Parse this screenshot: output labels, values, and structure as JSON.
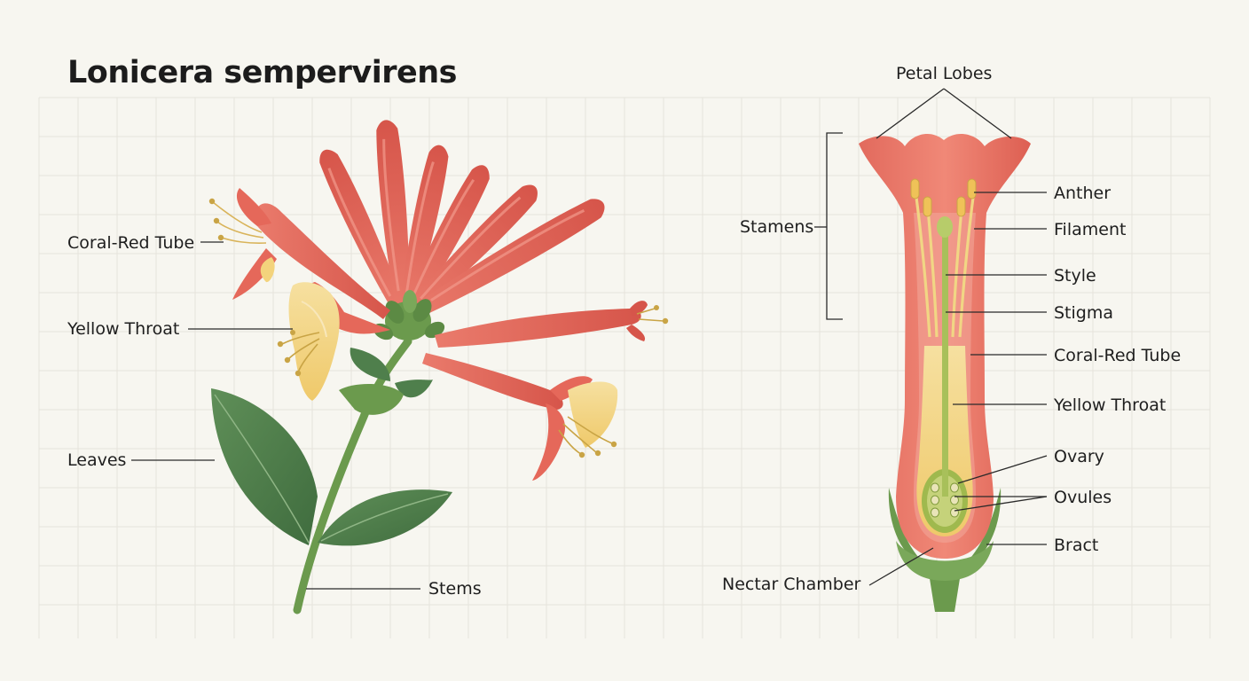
{
  "title": "Lonicera sempervirens",
  "left_labels": {
    "coral_red_tube": "Coral-Red Tube",
    "yellow_throat": "Yellow Throat",
    "leaves": "Leaves",
    "stems": "Stems"
  },
  "right_labels": {
    "petal_lobes": "Petal Lobes",
    "stamens": "Stamens",
    "anther": "Anther",
    "filament": "Filament",
    "style": "Style",
    "stigma": "Stigma",
    "coral_red_tube": "Coral-Red Tube",
    "yellow_throat": "Yellow Throat",
    "ovary": "Ovary",
    "ovules": "Ovules",
    "bract": "Bract",
    "nectar_chamber": "Nectar Chamber"
  },
  "colors": {
    "background": "#f7f6f0",
    "grid": "#e6e4dc",
    "coral": "#e5685a",
    "coral_dark": "#c94b41",
    "yellow": "#f3d37c",
    "leaf": "#4f7f4c",
    "stem": "#6b9a4d"
  }
}
